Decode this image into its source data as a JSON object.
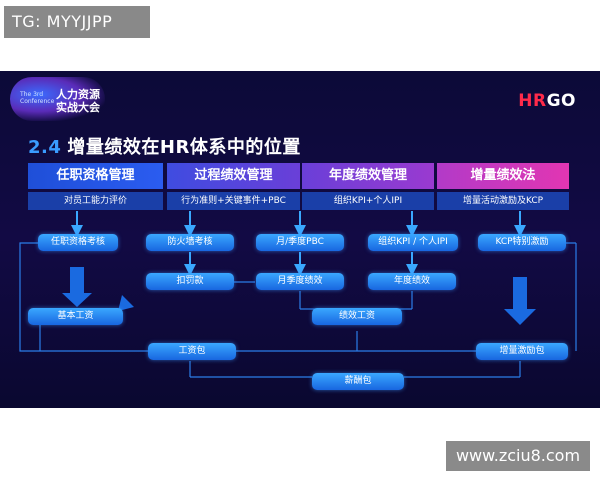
{
  "top_tag": "TG: MYYJJPP",
  "conference": {
    "small_line1": "The 3rd",
    "small_line2": "Conference",
    "title_line1": "人力资源",
    "title_line2": "实战大会"
  },
  "brand": {
    "hr": "HR",
    "go": "GO"
  },
  "title": {
    "number": "2.4",
    "text": "增量绩效在HR体系中的位置"
  },
  "columns": [
    {
      "header": "任职资格管理",
      "sub": "对员工能力评价",
      "color": "#1f4fd8"
    },
    {
      "header": "过程绩效管理",
      "sub": "行为准则+关键事件+PBC",
      "color": "#5b3fd6"
    },
    {
      "header": "年度绩效管理",
      "sub": "组织KPI+个人IPI",
      "color": "#8a3ad0"
    },
    {
      "header": "增量绩效法",
      "sub": "增量活动激励及KCP",
      "color": "#d936b8"
    }
  ],
  "nodes": {
    "qualification_check": "任职资格考核",
    "firewall_check": "防火墙考核",
    "monthly_pbc": "月/季度PBC",
    "org_kpi": "组织KPI / 个人IPI",
    "kcp_incentive": "KCP特别激励",
    "penalty": "扣罚款",
    "monthly_perf": "月季度绩效",
    "annual_perf": "年度绩效",
    "base_salary": "基本工资",
    "perf_salary": "绩效工资",
    "salary_pack": "工资包",
    "incentive_pack": "增量激励包",
    "pay_pack": "薪酬包"
  },
  "watermark": "www.zciu8.com"
}
